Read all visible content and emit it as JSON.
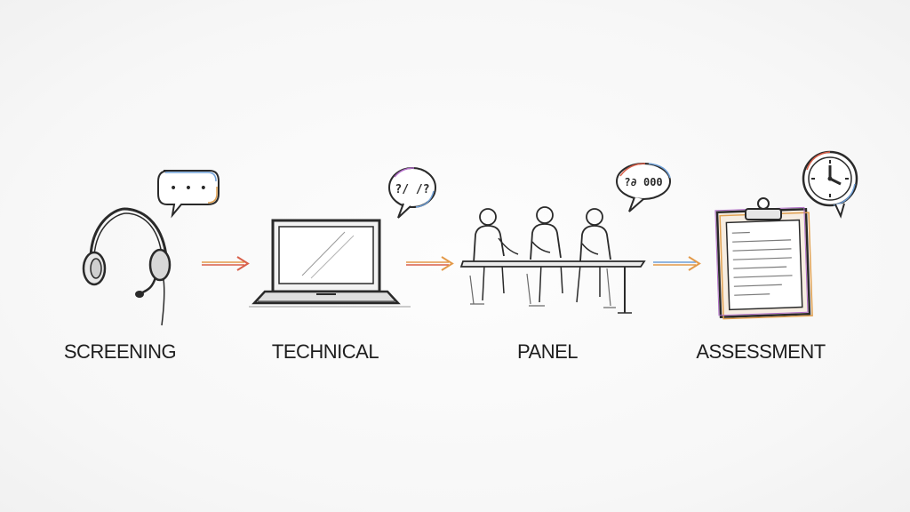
{
  "stages": [
    {
      "label": "SCREENING",
      "icon": "headset-icon",
      "bubble_text": "• • •"
    },
    {
      "label": "TECHNICAL",
      "icon": "laptop-icon",
      "bubble_text": "?/ /?"
    },
    {
      "label": "PANEL",
      "icon": "interview-panel-icon",
      "bubble_text": "?∂ 000"
    },
    {
      "label": "ASSESSMENT",
      "icon": "clipboard-icon",
      "bubble_text": ""
    }
  ],
  "colors": {
    "ink": "#2a2a2a",
    "arrow_red": "#d9604a",
    "arrow_orange": "#e39a4a",
    "accent_blue": "#6fa0d8",
    "accent_purple": "#b26ec8",
    "accent_orange": "#e0a050"
  }
}
